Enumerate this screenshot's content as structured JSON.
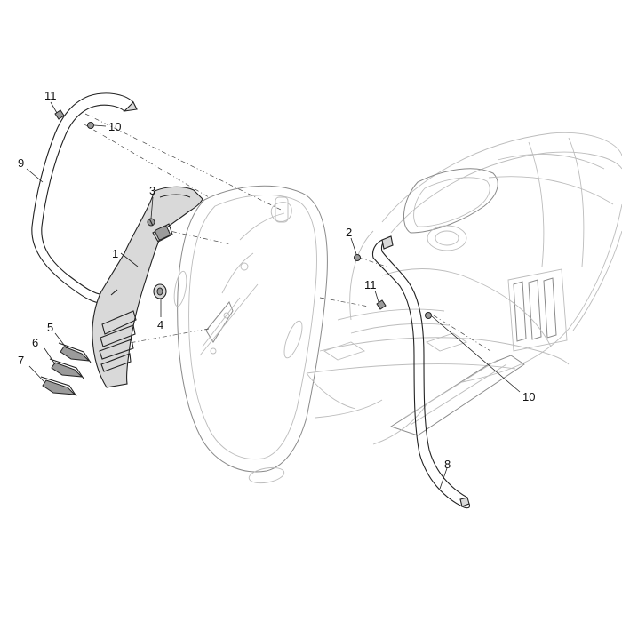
{
  "diagram": {
    "callouts": {
      "c1": "1",
      "c2": "2",
      "c3": "3",
      "c4": "4",
      "c5": "5",
      "c6": "6",
      "c7": "7",
      "c8": "8",
      "c9": "9",
      "c10a": "10",
      "c10b": "10",
      "c11a": "11",
      "c11b": "11"
    }
  }
}
